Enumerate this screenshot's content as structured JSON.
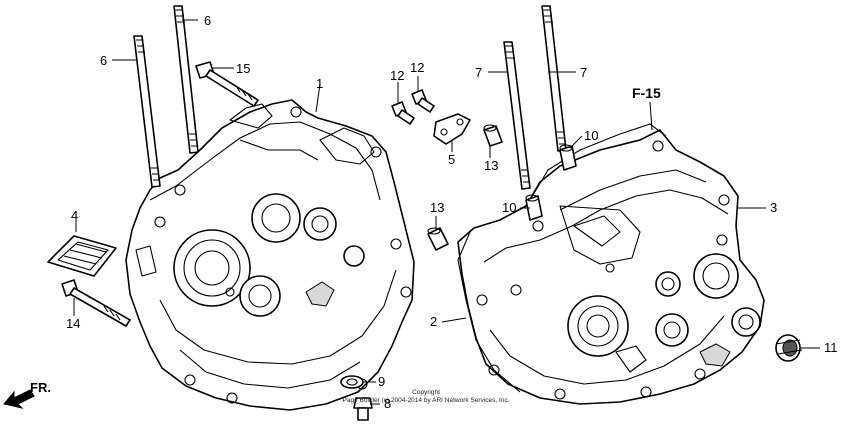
{
  "diagram": {
    "callouts": {
      "p1": "1",
      "p2": "2",
      "p3": "3",
      "p4": "4",
      "p5": "5",
      "p6a": "6",
      "p6b": "6",
      "p7a": "7",
      "p7b": "7",
      "p8": "8",
      "p9": "9",
      "p10a": "10",
      "p10b": "10",
      "p11": "11",
      "p12a": "12",
      "p12b": "12",
      "p13a": "13",
      "p13b": "13",
      "p14": "14",
      "p15": "15"
    },
    "reference": "F-15",
    "direction_label": "FR.",
    "copyright": [
      "Copyright",
      "Page Builder (c) 2004-2014 by ARI Network Services, Inc."
    ]
  }
}
